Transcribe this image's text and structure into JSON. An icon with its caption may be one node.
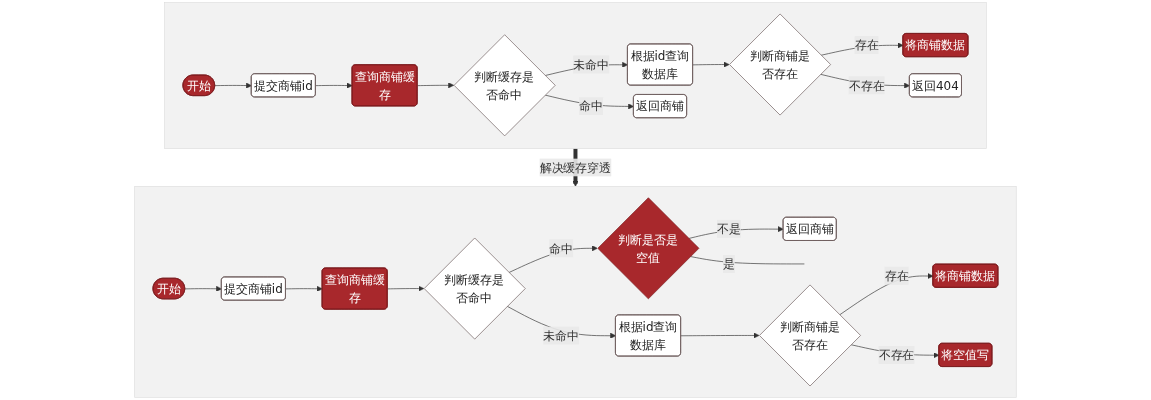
{
  "diagram": {
    "nodes": [
      {
        "text": [],
        "shape": "box"
      },
      {
        "text": [
          "开始"
        ],
        "in": 0
      },
      {
        "text": [
          "提交商铺id"
        ],
        "in": 0
      },
      {
        "text": [
          "查询商铺缓存"
        ],
        "in": 0
      },
      {
        "text": [
          "判断缓存是否命中"
        ],
        "in": 0
      },
      {
        "text": [
          "根据id查询数据库"
        ],
        "in": 0
      },
      {
        "text": [
          "判断商铺是否存在"
        ],
        "in": 0
      },
      {
        "text": [
          "返回商铺"
        ],
        "in": 0
      },
      {
        "text": [
          "将商铺数据"
        ],
        "in": 0
      },
      {
        "text": [
          "返回404"
        ],
        "in": 0
      },
      {
        "text": [],
        "shape": "box"
      },
      {
        "text": [
          "开始"
        ],
        "in": 10
      },
      {
        "text": [
          "提交商铺id"
        ],
        "in": 10
      },
      {
        "text": [
          "查询商铺缓存"
        ],
        "in": 10
      },
      {
        "text": [
          "判断缓存是否命中"
        ],
        "in": 10
      },
      {
        "text": [
          "根据id查询数据库"
        ],
        "in": 10
      },
      {
        "text": [
          "判断是否是空值"
        ],
        "in": 10
      },
      {
        "text": [
          "返回商铺"
        ],
        "in": 10
      },
      {
        "text": [
          "判断商铺是否存在"
        ],
        "in": 10
      },
      {
        "text": [
          "将商铺数据"
        ],
        "in": 10
      },
      {
        "text": [
          "将空值写"
        ],
        "in": 10
      }
    ],
    "edges": [
      {
        "from": 1,
        "to": 2,
        "arrow": "to"
      },
      {
        "from": 2,
        "to": 3,
        "arrow": "to"
      },
      {
        "from": 3,
        "to": 4,
        "arrow": "to"
      },
      {
        "from": 4,
        "to": 5,
        "arrow": "to",
        "label": "未命中"
      },
      {
        "from": 4,
        "to": 7,
        "arrow": "to",
        "label": "命中"
      },
      {
        "from": 5,
        "to": 6,
        "arrow": "to"
      },
      {
        "from": 6,
        "to": 8,
        "arrow": "to",
        "label": "存在"
      },
      {
        "from": 6,
        "to": 9,
        "arrow": "to",
        "label": "不存在"
      },
      {
        "from": 0,
        "to": 10,
        "arrow": "to",
        "label": "解决缓存穿透",
        "style": "thick"
      },
      {
        "from": 11,
        "to": 12,
        "arrow": "to"
      },
      {
        "from": 12,
        "to": 13,
        "arrow": "to"
      },
      {
        "from": 13,
        "to": 14,
        "arrow": "to"
      },
      {
        "from": 14,
        "to": 15,
        "arrow": "to",
        "label": "未命中"
      },
      {
        "from": 14,
        "to": 16,
        "arrow": "to",
        "label": "命中"
      },
      {
        "from": 16,
        "to": 17,
        "arrow": "to",
        "label": "不是"
      },
      {
        "from": 16,
        "to": null,
        "arrow": "none",
        "label": "是"
      },
      {
        "from": 15,
        "to": 18,
        "arrow": "to"
      },
      {
        "from": 18,
        "to": 19,
        "arrow": "to",
        "label": "存在"
      },
      {
        "from": 18,
        "to": 20,
        "arrow": "to",
        "label": "不存在"
      }
    ]
  }
}
